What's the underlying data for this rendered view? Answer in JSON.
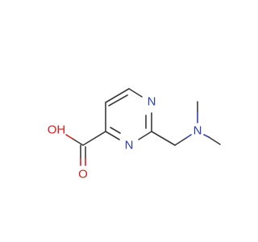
{
  "molecule": {
    "atoms": {
      "n1": {
        "label": "N",
        "color": "#2f3fb5"
      },
      "n3": {
        "label": "N",
        "color": "#2f3fb5"
      },
      "n_amine": {
        "label": "N",
        "color": "#2f3fb5"
      },
      "o_hydroxyl": {
        "label": "OH",
        "color": "#d81e1e"
      },
      "o_carbonyl": {
        "label": "O",
        "color": "#d81e1e"
      }
    }
  }
}
